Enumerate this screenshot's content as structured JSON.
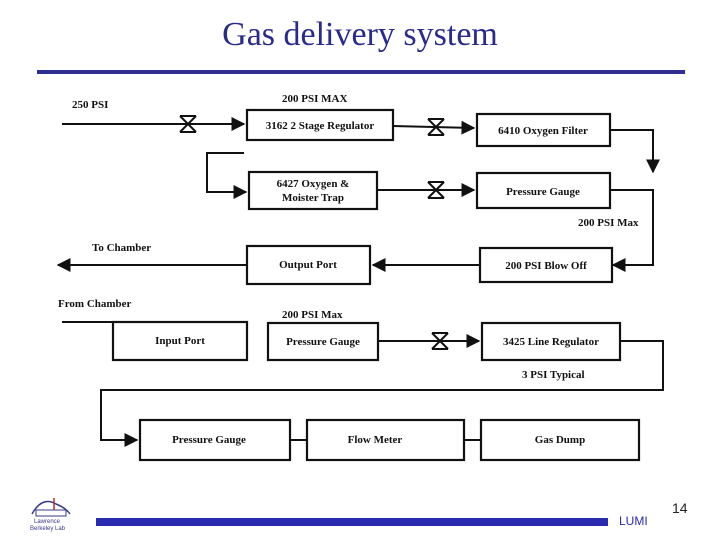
{
  "title": "Gas delivery system",
  "page_number": "14",
  "footer_tag": "LUMI",
  "logo": {
    "line1": "Lawrence",
    "line2": "Berkeley Lab"
  },
  "labels": {
    "psi250": "250 PSI",
    "max200_top": "200 PSI MAX",
    "max200_right": "200 PSI Max",
    "to_chamber": "To Chamber",
    "from_chamber": "From Chamber",
    "max200_mid": "200 PSI Max",
    "psi3": "3 PSI Typical"
  },
  "boxes": {
    "regulator": "3162 2 Stage Regulator",
    "oxygen_filter": "6410 Oxygen Filter",
    "trap_line1": "6427 Oxygen &",
    "trap_line2": "Moister Trap",
    "pressure_gauge_1": "Pressure Gauge",
    "output_port": "Output Port",
    "blow_off": "200 PSI Blow Off",
    "input_port": "Input Port",
    "pressure_gauge_2": "Pressure Gauge",
    "line_regulator": "3425 Line Regulator",
    "pressure_gauge_3": "Pressure Gauge",
    "flow_meter": "Flow Meter",
    "gas_dump": "Gas Dump"
  }
}
